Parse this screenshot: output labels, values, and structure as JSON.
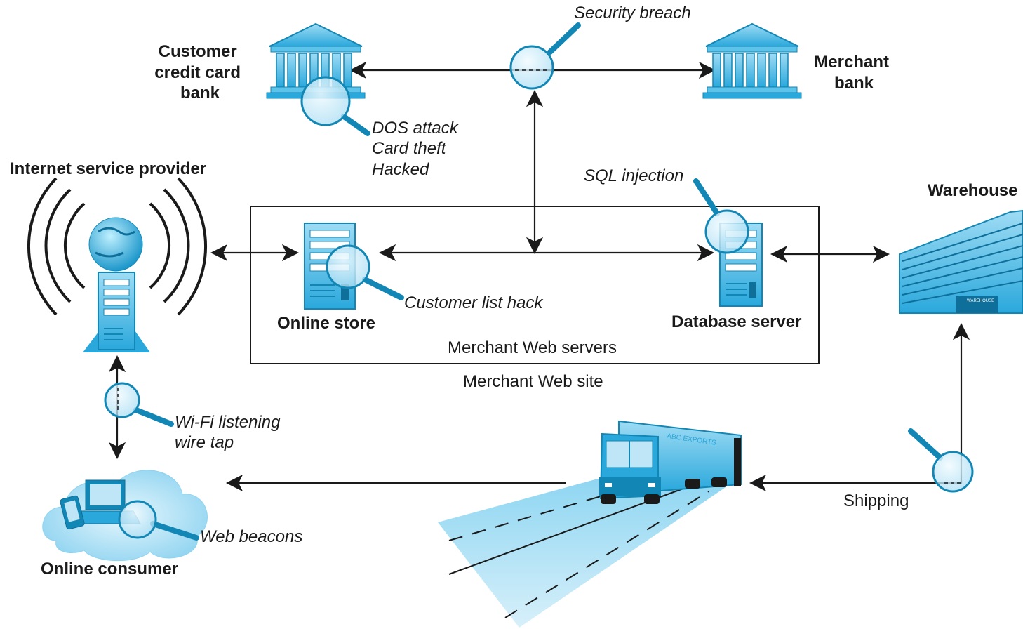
{
  "nodes": {
    "customer_bank": [
      "Customer",
      "credit card",
      "bank"
    ],
    "merchant_bank": [
      "Merchant",
      "bank"
    ],
    "isp": "Internet service provider",
    "online_store": "Online store",
    "database_server": "Database server",
    "warehouse": "Warehouse",
    "online_consumer": "Online consumer",
    "web_servers": "Merchant Web servers",
    "web_site": "Merchant Web site",
    "shipping": "Shipping"
  },
  "threats": {
    "security_breach": "Security breach",
    "bank_threats": [
      "DOS attack",
      "Card theft",
      "Hacked"
    ],
    "sql_injection": "SQL injection",
    "customer_list": "Customer list hack",
    "wifi": [
      "Wi-Fi listening",
      "wire tap"
    ],
    "web_beacons": "Web beacons"
  },
  "truck_text": "ABC EXPORTS",
  "warehouse_sign": "WAREHOUSE",
  "colors": {
    "accent": "#35b3e3",
    "light": "#bfe6f6",
    "dark": "#1287b5",
    "ink": "#1a1a1a"
  },
  "icons": [
    "bank-icon",
    "server-icon",
    "globe-icon",
    "warehouse-icon",
    "truck-icon",
    "cloud-icon",
    "laptop-icon",
    "phone-icon",
    "magnifier-icon"
  ]
}
